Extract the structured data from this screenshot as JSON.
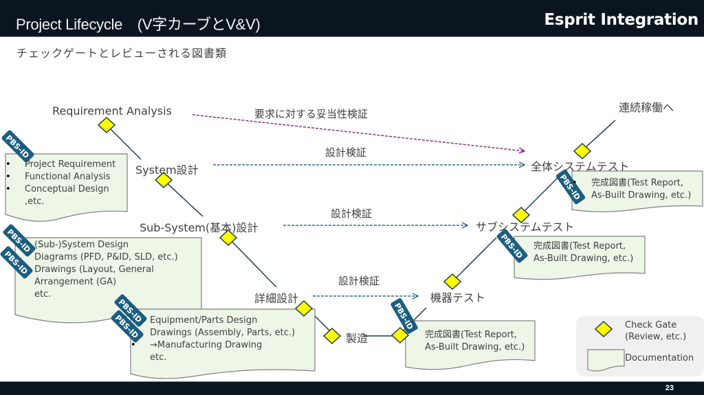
{
  "header": {
    "title": "Project Lifecycle　(V字カーブとV&V)",
    "brand": "Esprit Integration"
  },
  "subtitle": "チェックゲートとレビューされる図書類",
  "colors": {
    "header_bg": "#0a1520",
    "v_line": "#1f3a4d",
    "check_gate_fill": "#ffff00",
    "check_gate_stroke": "#1f3a4d",
    "doc_fill": "#eef6e8",
    "doc_stroke": "#808080",
    "validation_arrow": "#8b2f8b",
    "verification_arrow": "#2e6b8f",
    "pbs_tag": "#1b5e80"
  },
  "v_model": {
    "left_branch": [
      {
        "id": "requirement-analysis",
        "label": "Requirement Analysis"
      },
      {
        "id": "system-design",
        "label": "System設計"
      },
      {
        "id": "subsystem-design",
        "label": "Sub-System(基本)設計"
      },
      {
        "id": "detailed-design",
        "label": "詳細設計"
      }
    ],
    "bottom": {
      "id": "manufacturing",
      "label": "製造"
    },
    "right_branch": [
      {
        "id": "equipment-test",
        "label": "機器テスト"
      },
      {
        "id": "subsystem-test",
        "label": "サブシステムテスト"
      },
      {
        "id": "system-test",
        "label": "全体システムテスト"
      },
      {
        "id": "continuous-operation",
        "label": "連続稼働へ"
      }
    ]
  },
  "verification_links": [
    {
      "id": "validation",
      "label": "要求に対する妥当性検証",
      "from": "Requirement Analysis",
      "to": "全体システムテスト"
    },
    {
      "id": "verify-system",
      "label": "設計検証",
      "from": "System設計",
      "to": "全体システムテスト"
    },
    {
      "id": "verify-subsystem",
      "label": "設計検証",
      "from": "Sub-System(基本)設計",
      "to": "サブシステムテスト"
    },
    {
      "id": "verify-detailed",
      "label": "設計検証",
      "from": "詳細設計",
      "to": "機器テスト"
    }
  ],
  "documents": {
    "requirement": {
      "items": [
        {
          "text": "Project Requirement",
          "bullet": true
        },
        {
          "text": "Functional Analysis",
          "bullet": true
        },
        {
          "text": "Conceptual Design",
          "bullet": true
        },
        {
          "text": ",etc.",
          "bullet": false
        }
      ]
    },
    "system_design": {
      "items": [
        {
          "text": "(Sub-)System Design",
          "bullet": false
        },
        {
          "text": "Diagrams (PFD, P&ID, SLD, etc.)",
          "bullet": false
        },
        {
          "text": "Drawings (Layout, General",
          "bullet": false
        },
        {
          "text": "Arrangement (GA)",
          "bullet": false
        },
        {
          "text": " etc.",
          "bullet": false
        }
      ]
    },
    "detailed_design": {
      "items": [
        {
          "text": "Equipment/Parts Design",
          "bullet": false
        },
        {
          "text": "Drawings (Assembly, Parts, etc.)",
          "bullet": false
        },
        {
          "text": "→Manufacturing Drawing",
          "bullet": true
        },
        {
          "text": "etc.",
          "bullet": false
        }
      ]
    },
    "equipment_test": {
      "items": [
        {
          "text": "完成図書(Test Report,",
          "bullet": false
        },
        {
          "text": "As-Built Drawing, etc.)",
          "bullet": false
        }
      ]
    },
    "subsystem_test": {
      "items": [
        {
          "text": "完成図書(Test Report,",
          "bullet": false
        },
        {
          "text": "As-Built Drawing, etc.)",
          "bullet": false
        }
      ]
    },
    "system_test": {
      "items": [
        {
          "text": "完成図書(Test Report,",
          "bullet": true
        },
        {
          "text": "As-Built Drawing, etc.)",
          "bullet": false
        }
      ]
    }
  },
  "pbs_tag_label": "PBS-ID",
  "legend": {
    "check_gate": "Check Gate\n(Review, etc.)",
    "check_gate_line1": "Check Gate",
    "check_gate_line2": "(Review, etc.)",
    "documentation": "Documentation"
  },
  "footer": {
    "page_number": "23"
  }
}
